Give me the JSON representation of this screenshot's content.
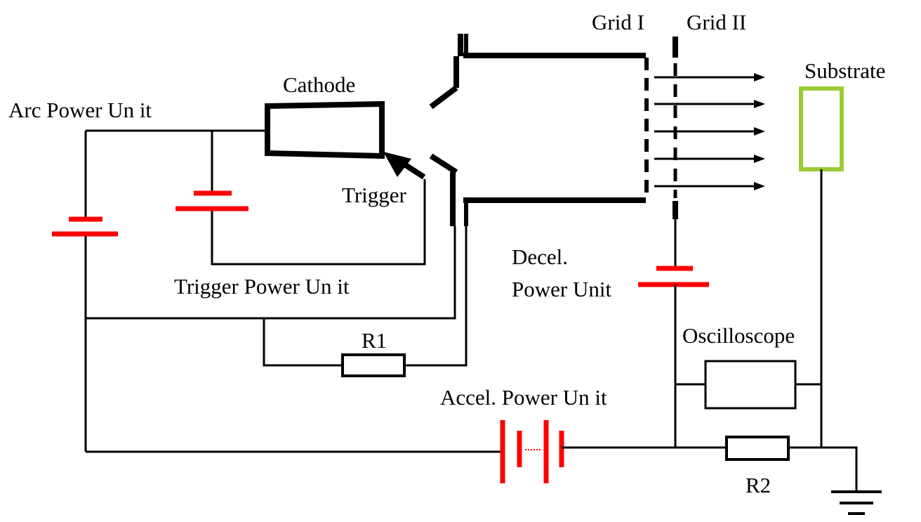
{
  "labels": {
    "grid_1": "Grid I",
    "grid_2": "Grid II",
    "substrate": "Substrate",
    "cathode": "Cathode",
    "arc_power_unit": "Arc Power Un it",
    "trigger": "Trigger",
    "trigger_power_unit": "Trigger Power Un it",
    "decel_line1": "Decel.",
    "decel_line2": "Power Unit",
    "oscilloscope": "Oscilloscope",
    "r1": "R1",
    "accel_power_unit": "Accel. Power Un it",
    "r2": "R2"
  },
  "colors": {
    "wire": "#000000",
    "battery": "#ff0000",
    "substrate": "#99cc33"
  }
}
